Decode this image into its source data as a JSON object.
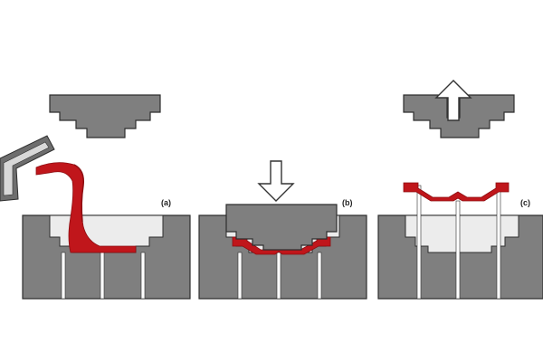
{
  "panels": [
    {
      "id": "a",
      "label": "(a)"
    },
    {
      "id": "b",
      "label": "(b)"
    },
    {
      "id": "c",
      "label": "(c)"
    }
  ],
  "colors": {
    "die": "#7f7f7f",
    "die_stroke": "#2e2e2e",
    "cavity": "#ececec",
    "metal": "#c0161b",
    "metal_dark": "#8c0d11",
    "ladle_outer": "#6e6e6e",
    "ladle_inner": "#d8d8d8",
    "arrow_fill": "#ffffff",
    "arrow_stroke": "#333333",
    "background": "#ffffff"
  },
  "icons": {
    "press_arrow": "arrow-down-icon",
    "eject_arrow": "arrow-up-icon",
    "ladle": "ladle-icon"
  }
}
